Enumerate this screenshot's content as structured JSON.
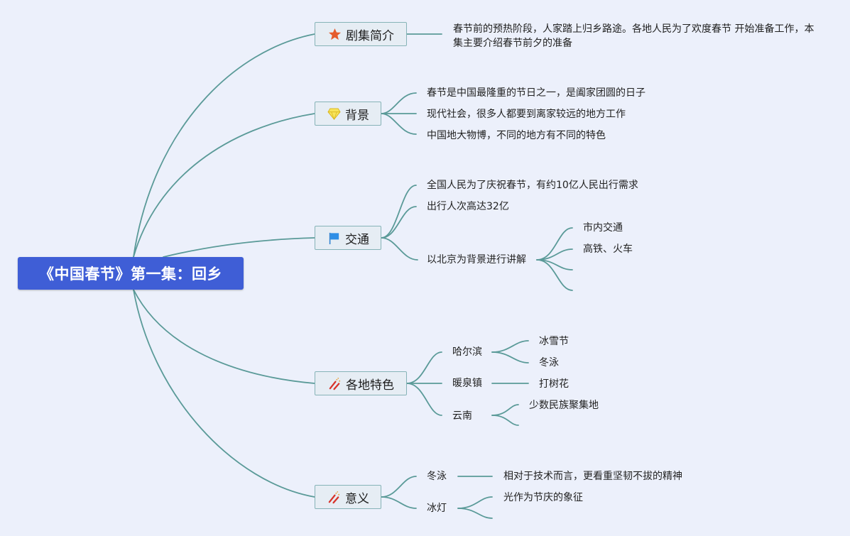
{
  "root": {
    "title": "《中国春节》第一集：回乡"
  },
  "topics": {
    "intro": {
      "label": "剧集简介",
      "icon": "star-icon",
      "description": "春节前的预热阶段，人家踏上归乡路途。各地人民为了欢度春节 开始准备工作，本集主要介绍春节前夕的准备"
    },
    "background": {
      "label": "背景",
      "icon": "gem-icon",
      "items": [
        "春节是中国最隆重的节日之一，是阖家团圆的日子",
        "现代社会，很多人都要到离家较远的地方工作",
        "中国地大物博，不同的地方有不同的特色"
      ]
    },
    "transport": {
      "label": "交通",
      "icon": "flag-icon",
      "items": [
        "全国人民为了庆祝春节，有约10亿人民出行需求",
        "出行人次高达32亿",
        "以北京为背景进行讲解"
      ],
      "beijing_sub": [
        "市内交通",
        "高铁、火车"
      ]
    },
    "regions": {
      "label": "各地特色",
      "icon": "firecracker-icon",
      "places": [
        {
          "name": "哈尔滨",
          "subs": [
            "冰雪节",
            "冬泳"
          ]
        },
        {
          "name": "暖泉镇",
          "subs": [
            "打树花"
          ]
        },
        {
          "name": "云南",
          "subs": [
            "少数民族聚集地"
          ]
        }
      ]
    },
    "meaning": {
      "label": "意义",
      "icon": "firecracker-icon",
      "items": [
        {
          "name": "冬泳",
          "desc": "相对于技术而言，更看重坚韧不拔的精神"
        },
        {
          "name": "冰灯",
          "desc": "光作为节庆的象征"
        }
      ]
    }
  },
  "colors": {
    "background": "#ecf0fb",
    "root_fill": "#3f5ed6",
    "connector": "#5a9a98",
    "topic_fill": "#e6edf4",
    "topic_border": "#86b3b7"
  }
}
